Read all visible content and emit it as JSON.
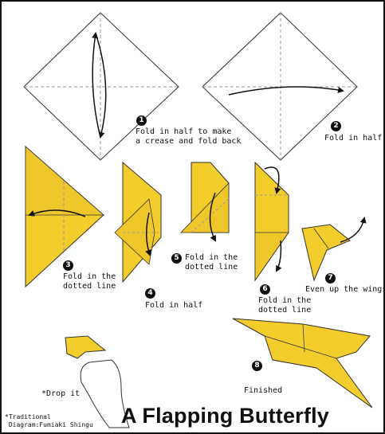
{
  "colors": {
    "paper": "#f2cd2c",
    "paper_shadow": "#d9b21a",
    "line": "#222222",
    "crease": "#9a9a9a"
  },
  "steps": [
    {
      "number": "1",
      "text": [
        "Fold in half to make",
        "a crease and fold back"
      ]
    },
    {
      "number": "2",
      "text": [
        "Fold in half"
      ]
    },
    {
      "number": "3",
      "text": [
        "Fold in the",
        "dotted line"
      ]
    },
    {
      "number": "4",
      "text": [
        "Fold in half"
      ]
    },
    {
      "number": "5",
      "text": [
        "Fold in the",
        "dotted line"
      ]
    },
    {
      "number": "6",
      "text": [
        "Fold in the",
        "dotted line"
      ]
    },
    {
      "number": "7",
      "text": [
        "Even up the wings"
      ]
    },
    {
      "number": "8",
      "text": [
        "Finished"
      ]
    }
  ],
  "note": "*Drop it",
  "title": "A Flapping Butterfly",
  "credits": [
    "*Traditional",
    " Diagram:Fumiaki Shingu"
  ],
  "icons": [
    "fold-arrow-icon",
    "hand-icon"
  ]
}
